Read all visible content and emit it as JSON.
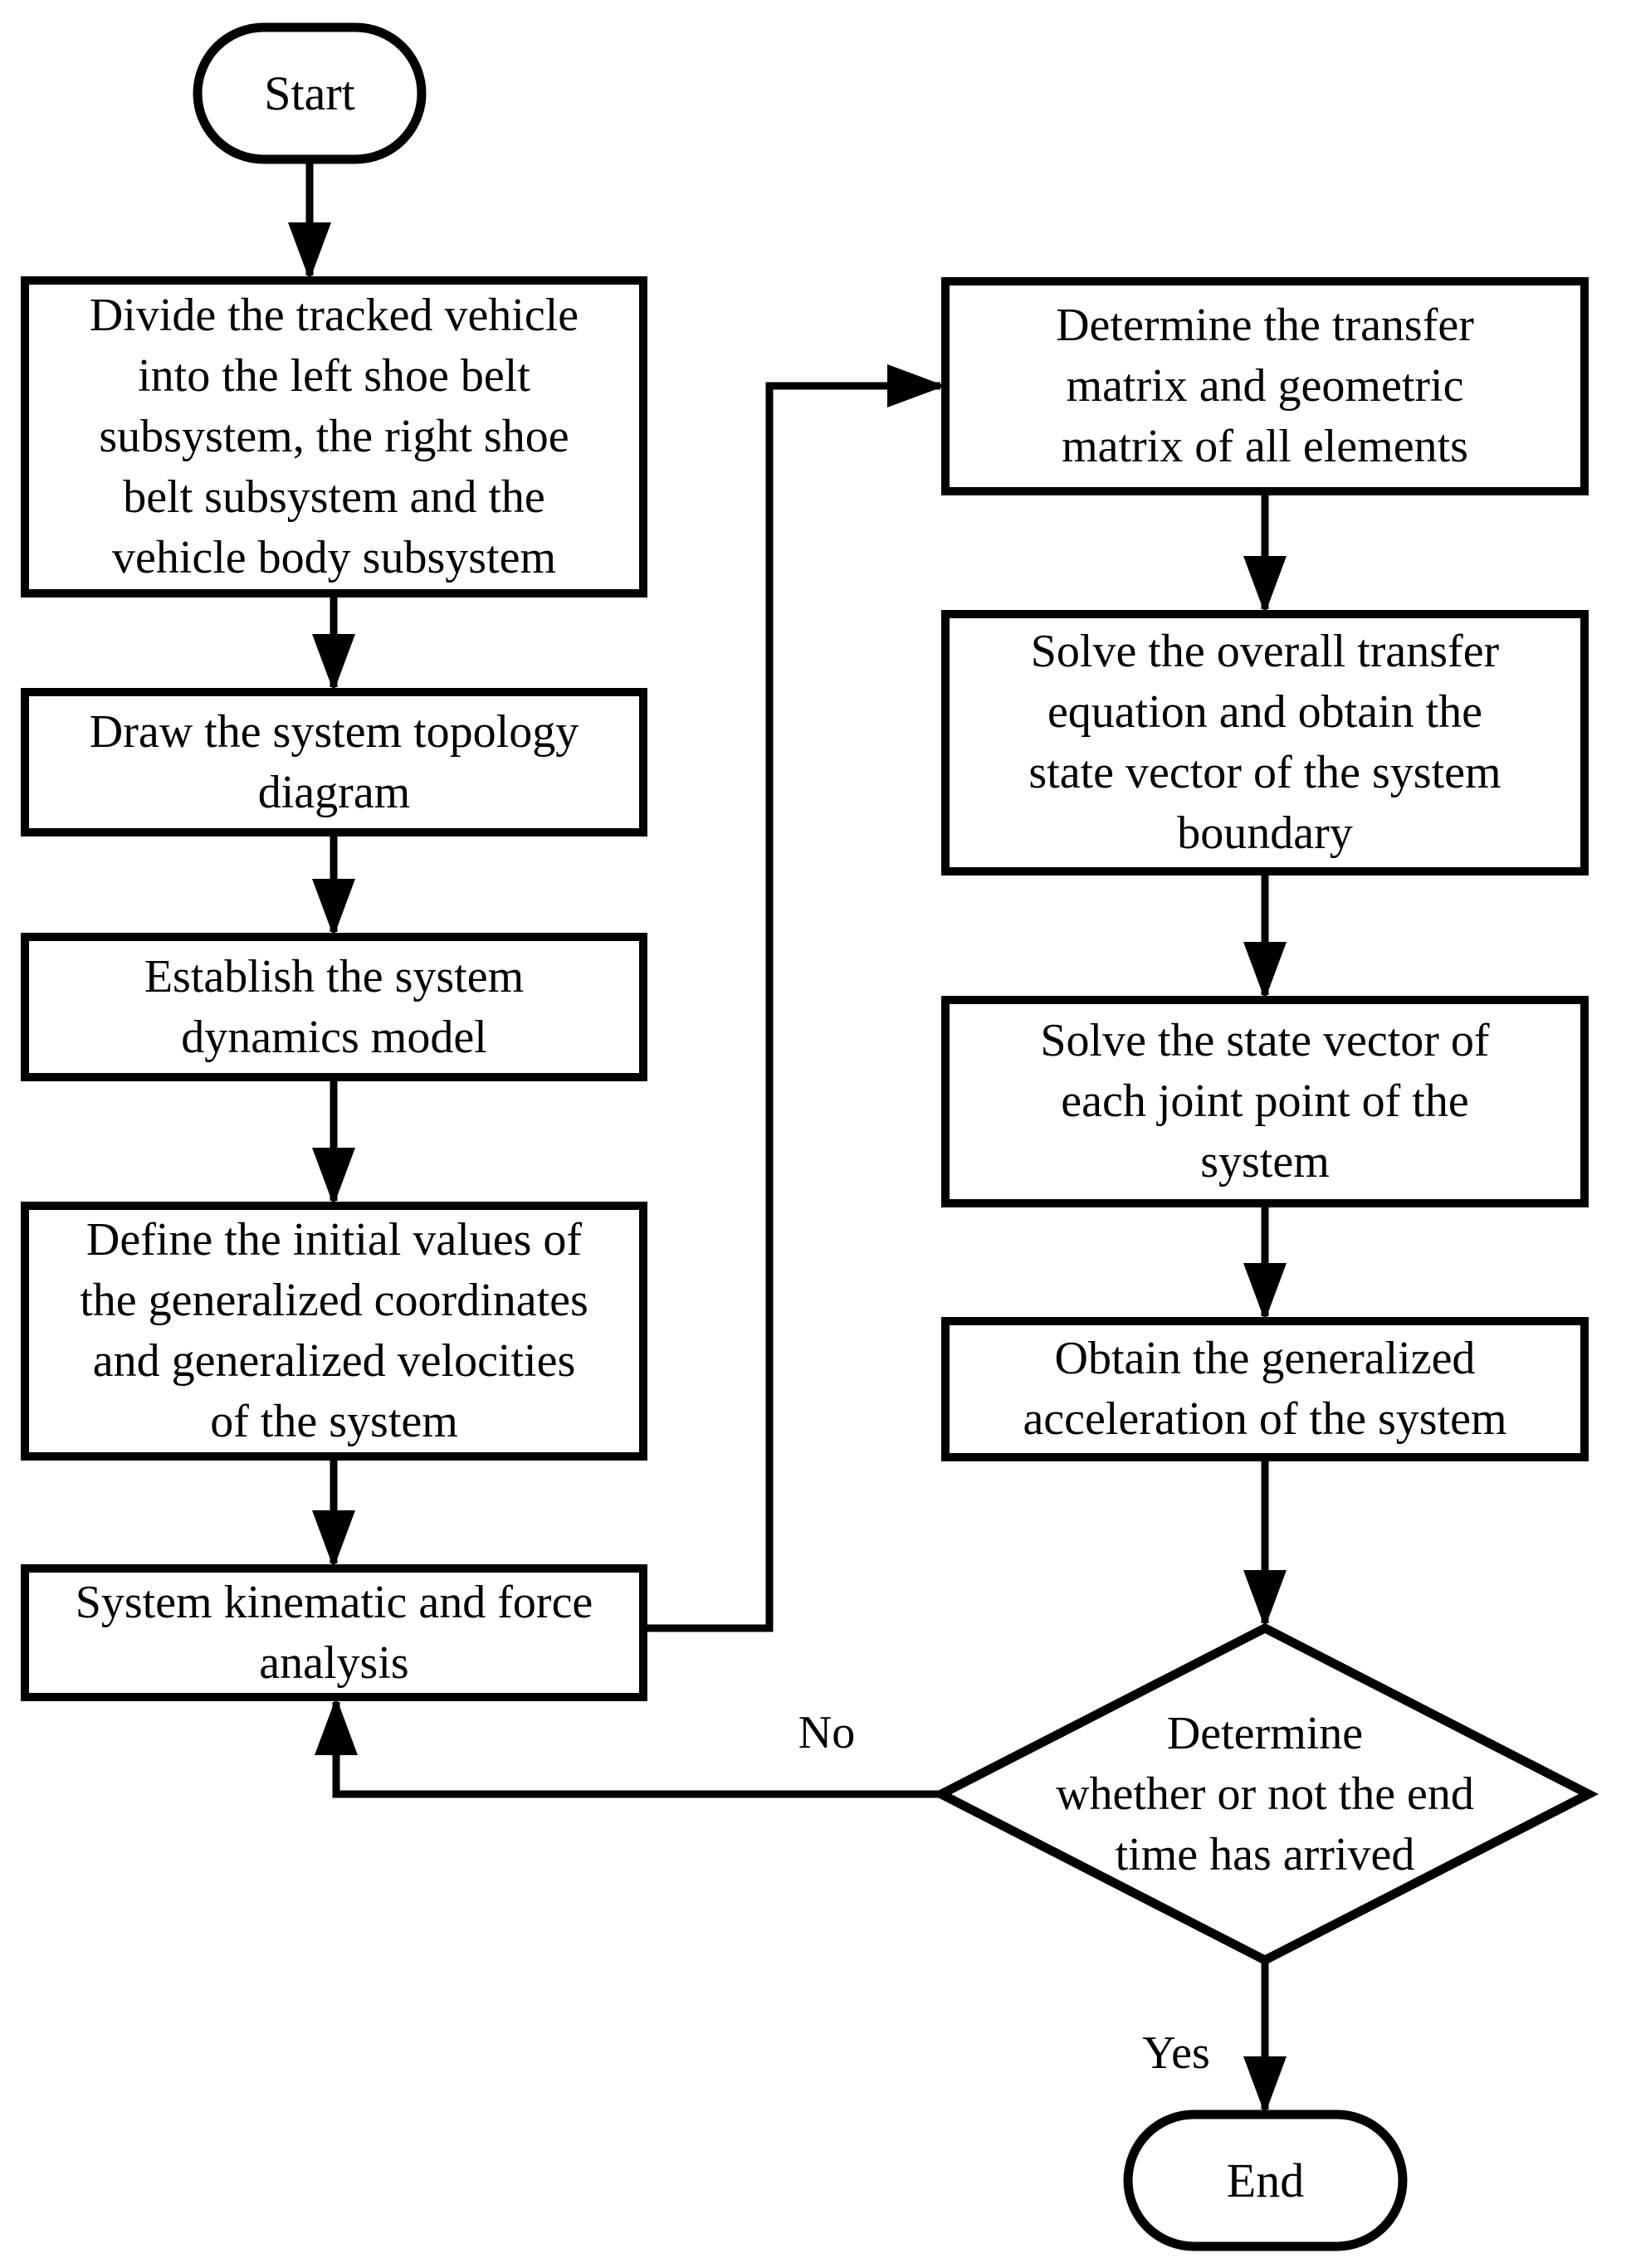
{
  "palette": {
    "background": "#ffffff",
    "ink": "#000000"
  },
  "flowchart": {
    "start": {
      "label": "Start"
    },
    "steps_left": [
      {
        "lines": [
          "Divide the tracked vehicle",
          "into the left shoe belt",
          "subsystem, the right shoe",
          "belt subsystem and the",
          "vehicle body subsystem"
        ]
      },
      {
        "lines": [
          "Draw the system topology",
          "diagram"
        ]
      },
      {
        "lines": [
          "Establish the system",
          "dynamics model"
        ]
      },
      {
        "lines": [
          "Define the initial values of",
          "the generalized coordinates",
          "and generalized velocities",
          "of the system"
        ]
      },
      {
        "lines": [
          "System kinematic and force",
          "analysis"
        ]
      }
    ],
    "steps_right": [
      {
        "lines": [
          "Determine the transfer",
          "matrix and geometric",
          "matrix of all elements"
        ]
      },
      {
        "lines": [
          "Solve the overall transfer",
          "equation and obtain the",
          "state vector of the system",
          "boundary"
        ]
      },
      {
        "lines": [
          "Solve the state vector of",
          "each joint point of the",
          "system"
        ]
      },
      {
        "lines": [
          "Obtain the generalized",
          "acceleration of the system"
        ]
      }
    ],
    "decision": {
      "lines": [
        "Determine",
        "whether or not the end",
        "time has arrived"
      ]
    },
    "end": {
      "label": "End"
    },
    "edge_labels": {
      "no": "No",
      "yes": "Yes"
    }
  }
}
